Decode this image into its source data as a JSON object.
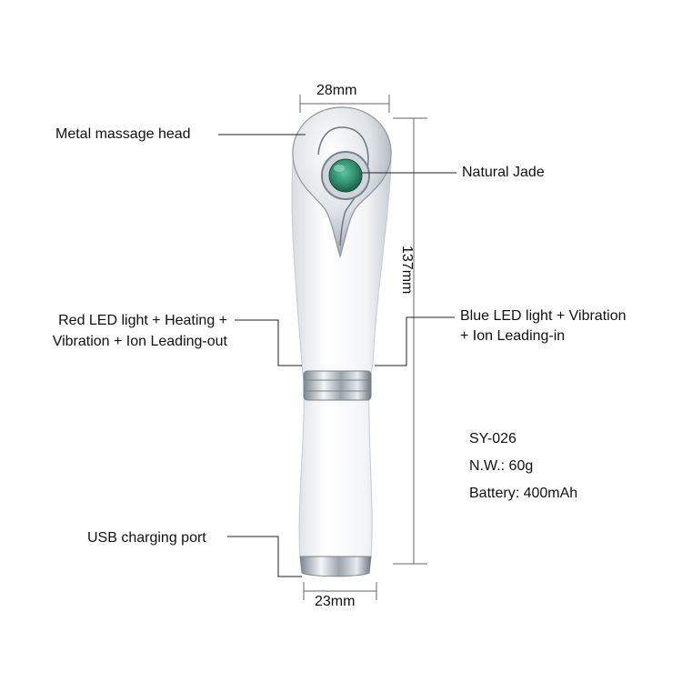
{
  "dimensions": {
    "head_width": "28mm",
    "base_width": "23mm",
    "length": "137mm"
  },
  "callouts": {
    "metal_head": "Metal massage head",
    "natural_jade": "Natural Jade",
    "red_led_line1": "Red LED light + Heating +",
    "red_led_line2": "Vibration + Ion Leading-out",
    "blue_led_line1": "Blue LED light + Vibration",
    "blue_led_line2": "+ Ion Leading-in",
    "usb_port": "USB charging port"
  },
  "specs": {
    "model": "SY-026",
    "net_weight": "N.W.: 60g",
    "battery": "Battery: 400mAh"
  },
  "colors": {
    "body": "#eef0f2",
    "chrome": "#9aa3ab",
    "jade": "#2f8f6e",
    "line": "#222222",
    "dim_line": "#777777"
  }
}
